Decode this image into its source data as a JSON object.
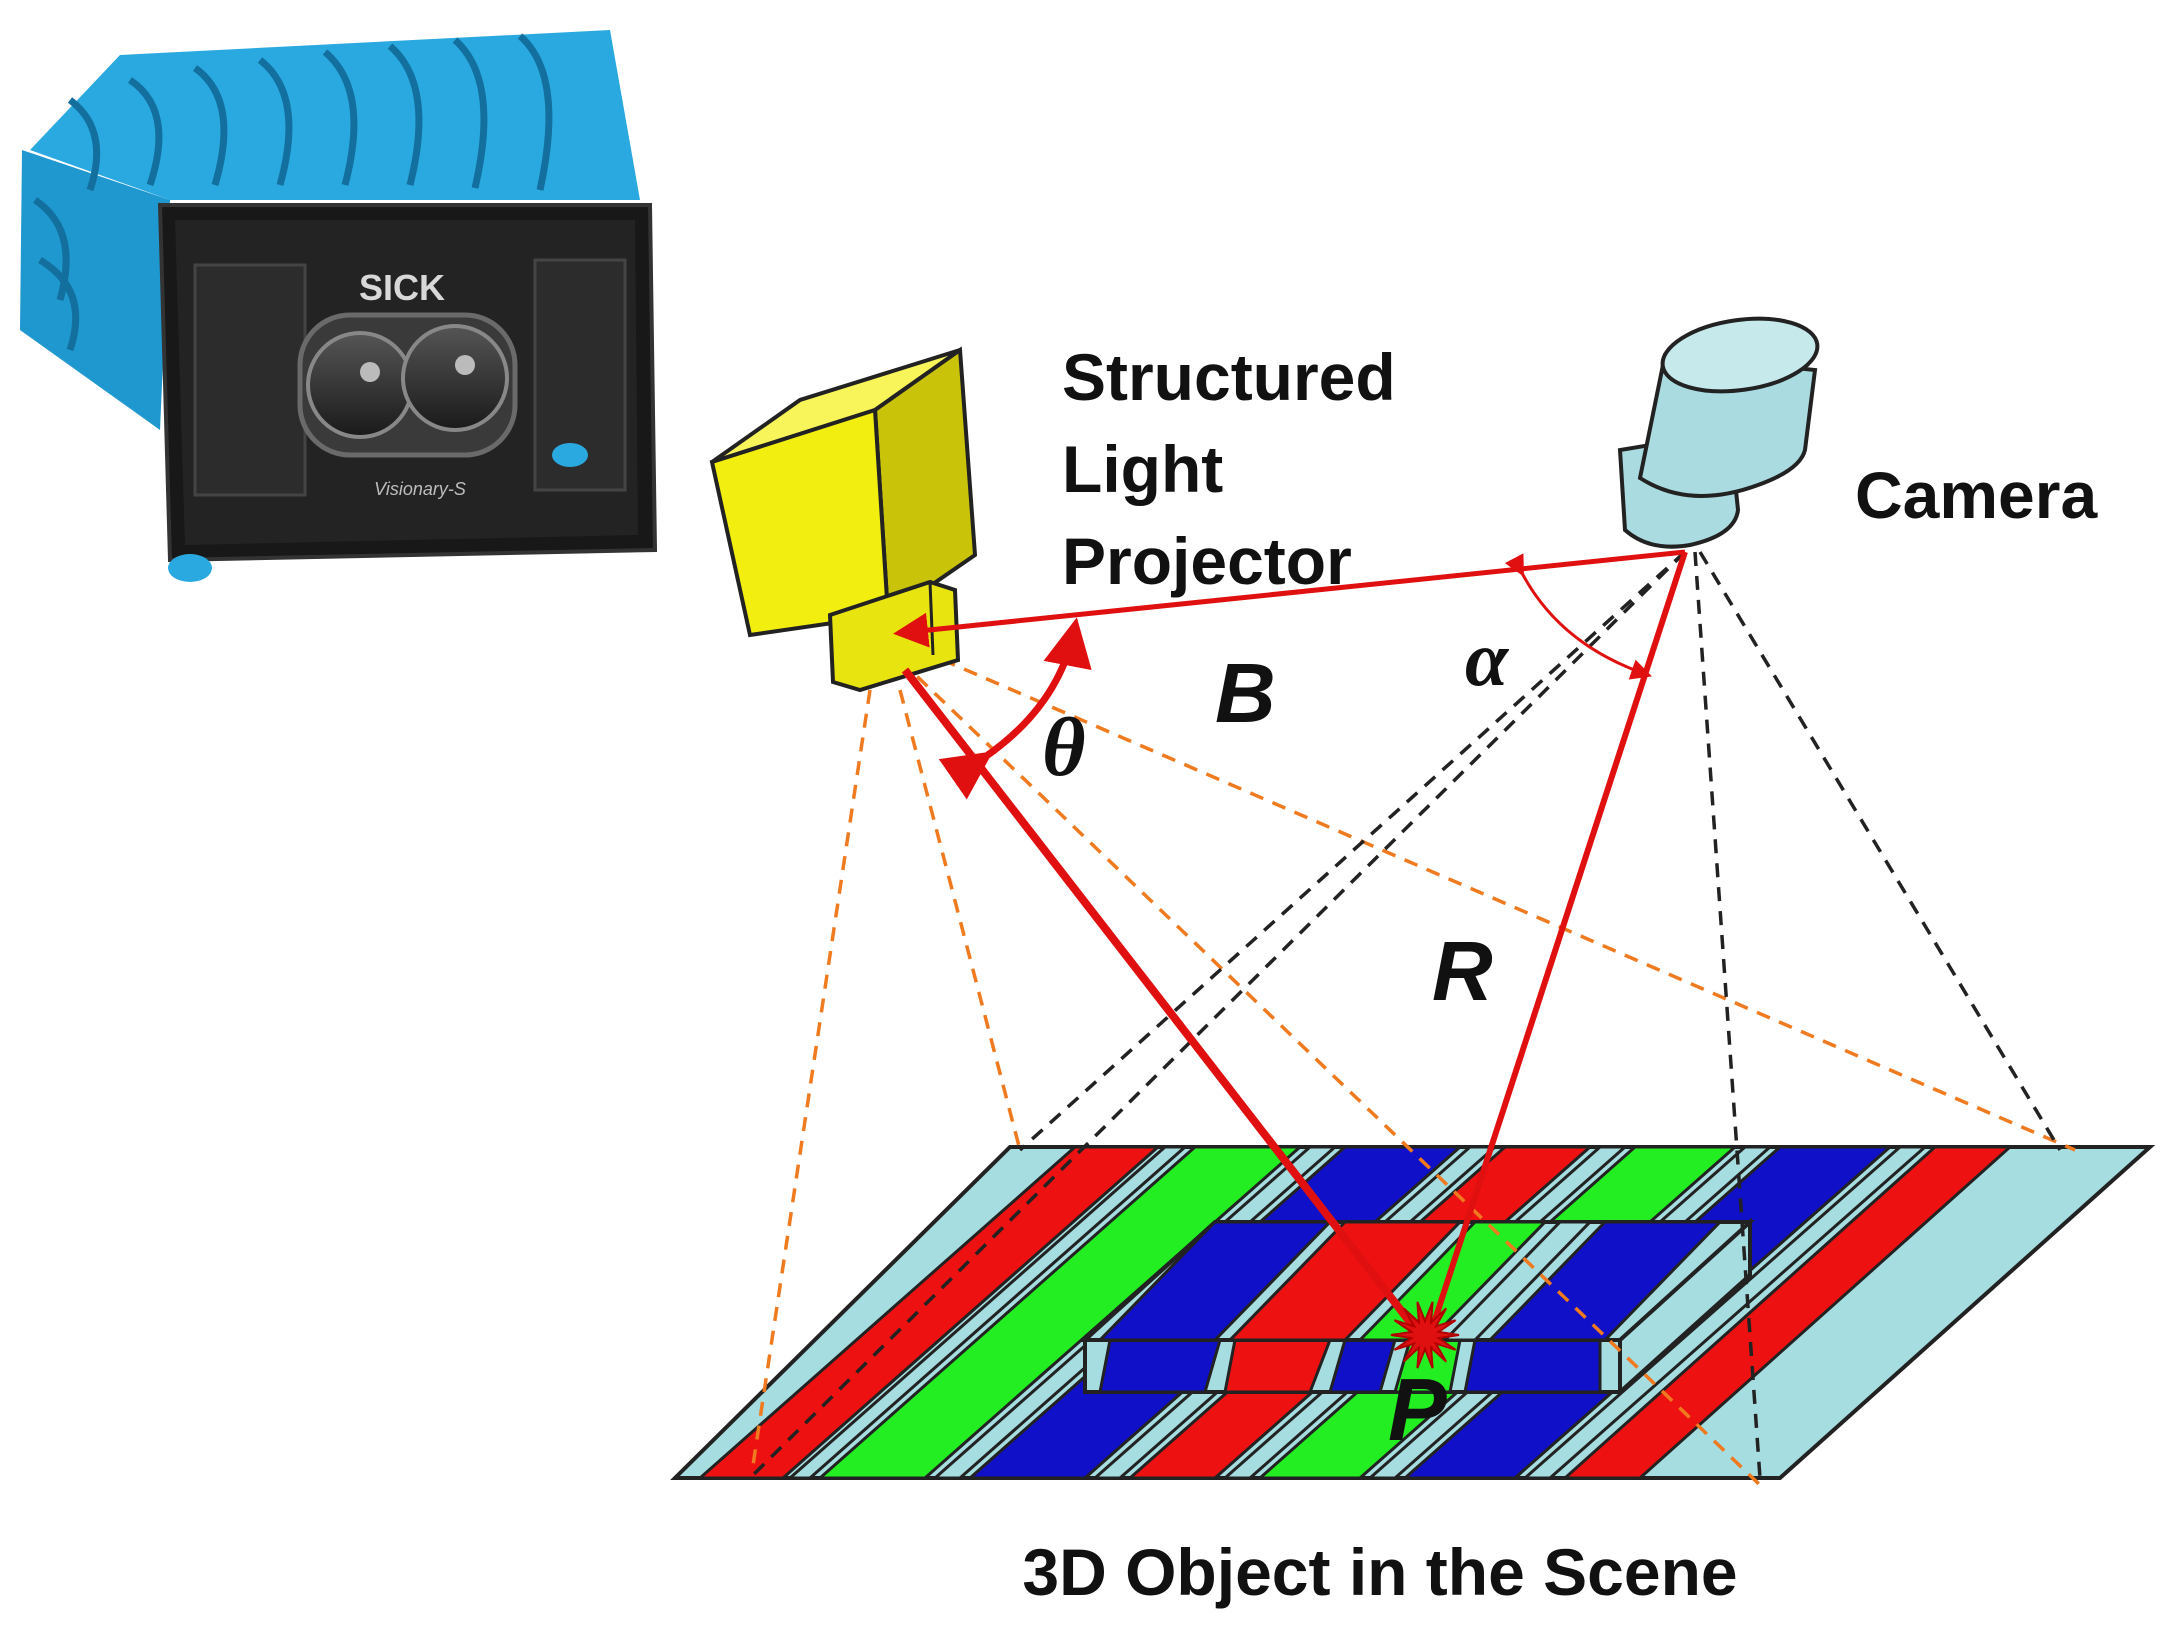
{
  "device_photo": {
    "brand": "SICK",
    "model": "Visionary-S"
  },
  "labels": {
    "projector": [
      "Structured",
      "Light",
      "Projector"
    ],
    "camera": "Camera",
    "baseline": "B",
    "range": "R",
    "theta": "θ",
    "alpha": "α",
    "point": "P",
    "scene": "3D Object in the Scene"
  },
  "colors": {
    "ray": "#e01010",
    "projector_fov": "#f07a20",
    "camera_fov": "#222222",
    "projector_body": "#f2ee10",
    "camera_body": "#a9dbe0",
    "stripe_red": "#ee1111",
    "stripe_green": "#22ee22",
    "stripe_blue": "#1010c8",
    "stripe_light": "#a6dde0",
    "device_blue": "#2aa9e0"
  }
}
